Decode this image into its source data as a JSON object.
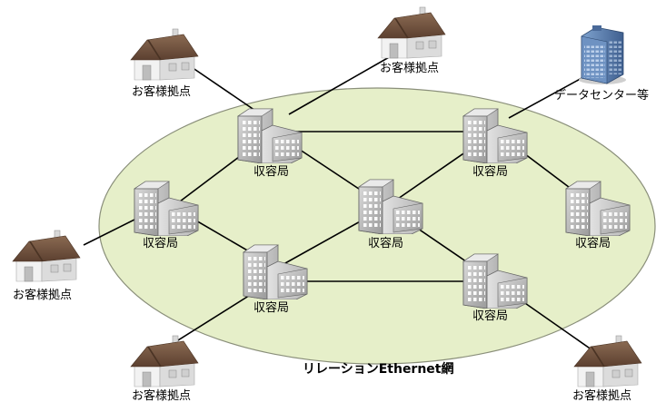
{
  "network_label": "リレーションEthernet網",
  "station_label": "収容局",
  "customer_label": "お客様拠点",
  "datacenter_label": "データセンター等",
  "colors": {
    "ellipse_fill": "#e6efc9",
    "ellipse_stroke": "#8a8f7a",
    "link": "#000000",
    "building": "#bfbfbf",
    "roof": "#7a5a44",
    "house_wall": "#eeeeee",
    "tower": "#5a7fb0"
  }
}
